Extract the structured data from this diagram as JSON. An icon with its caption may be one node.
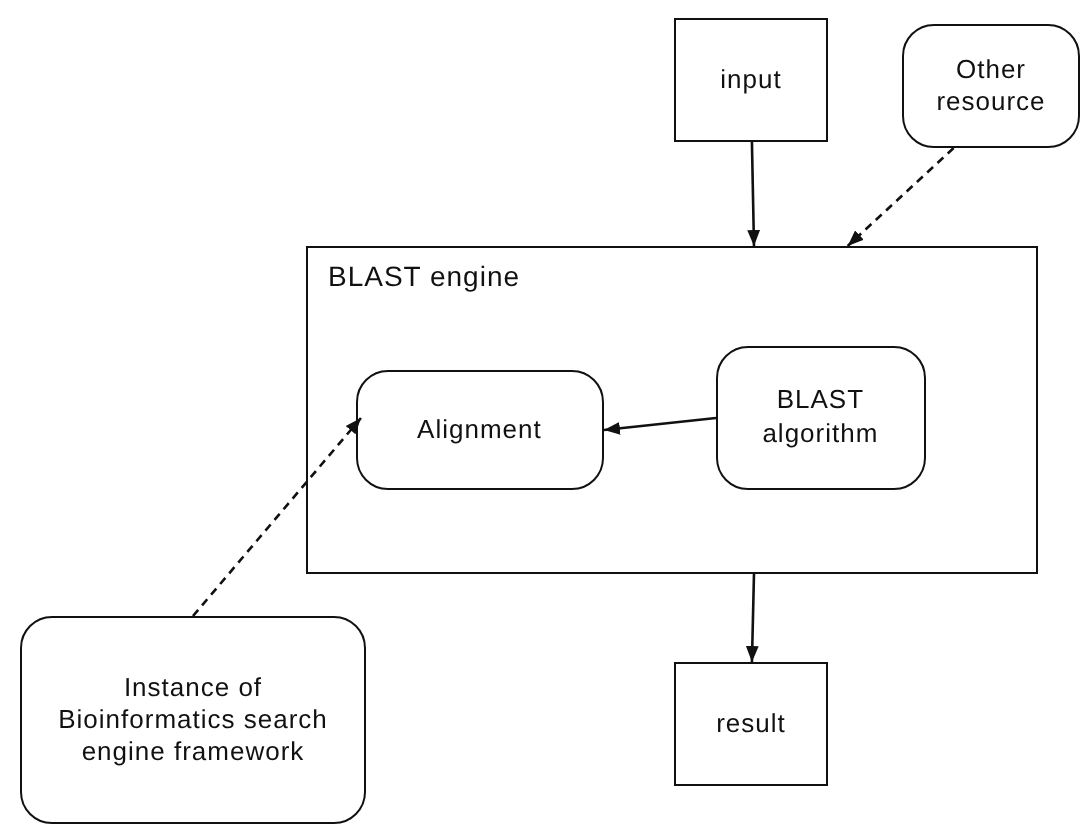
{
  "diagram": {
    "nodes": [
      {
        "text": [
          "input"
        ]
      },
      {
        "text": [
          "Other resource"
        ]
      },
      {
        "text": [
          "BLAST engine"
        ]
      },
      {
        "text": [
          "Alignment"
        ],
        "in": 2
      },
      {
        "text": [
          "BLAST algorithm"
        ],
        "in": 2
      },
      {
        "text": [
          "Instance of Bioinformatics search engine framework"
        ]
      },
      {
        "text": [
          "result"
        ]
      }
    ],
    "edges": [
      {
        "from": 0,
        "to": 2,
        "arrow": "to"
      },
      {
        "from": 1,
        "to": 2,
        "arrow": "to",
        "style": "dashed"
      },
      {
        "from": 4,
        "to": 3,
        "arrow": "to"
      },
      {
        "from": 2,
        "to": 6,
        "arrow": "to"
      },
      {
        "from": 5,
        "to": 3,
        "arrow": "to",
        "style": "dashed"
      }
    ]
  }
}
